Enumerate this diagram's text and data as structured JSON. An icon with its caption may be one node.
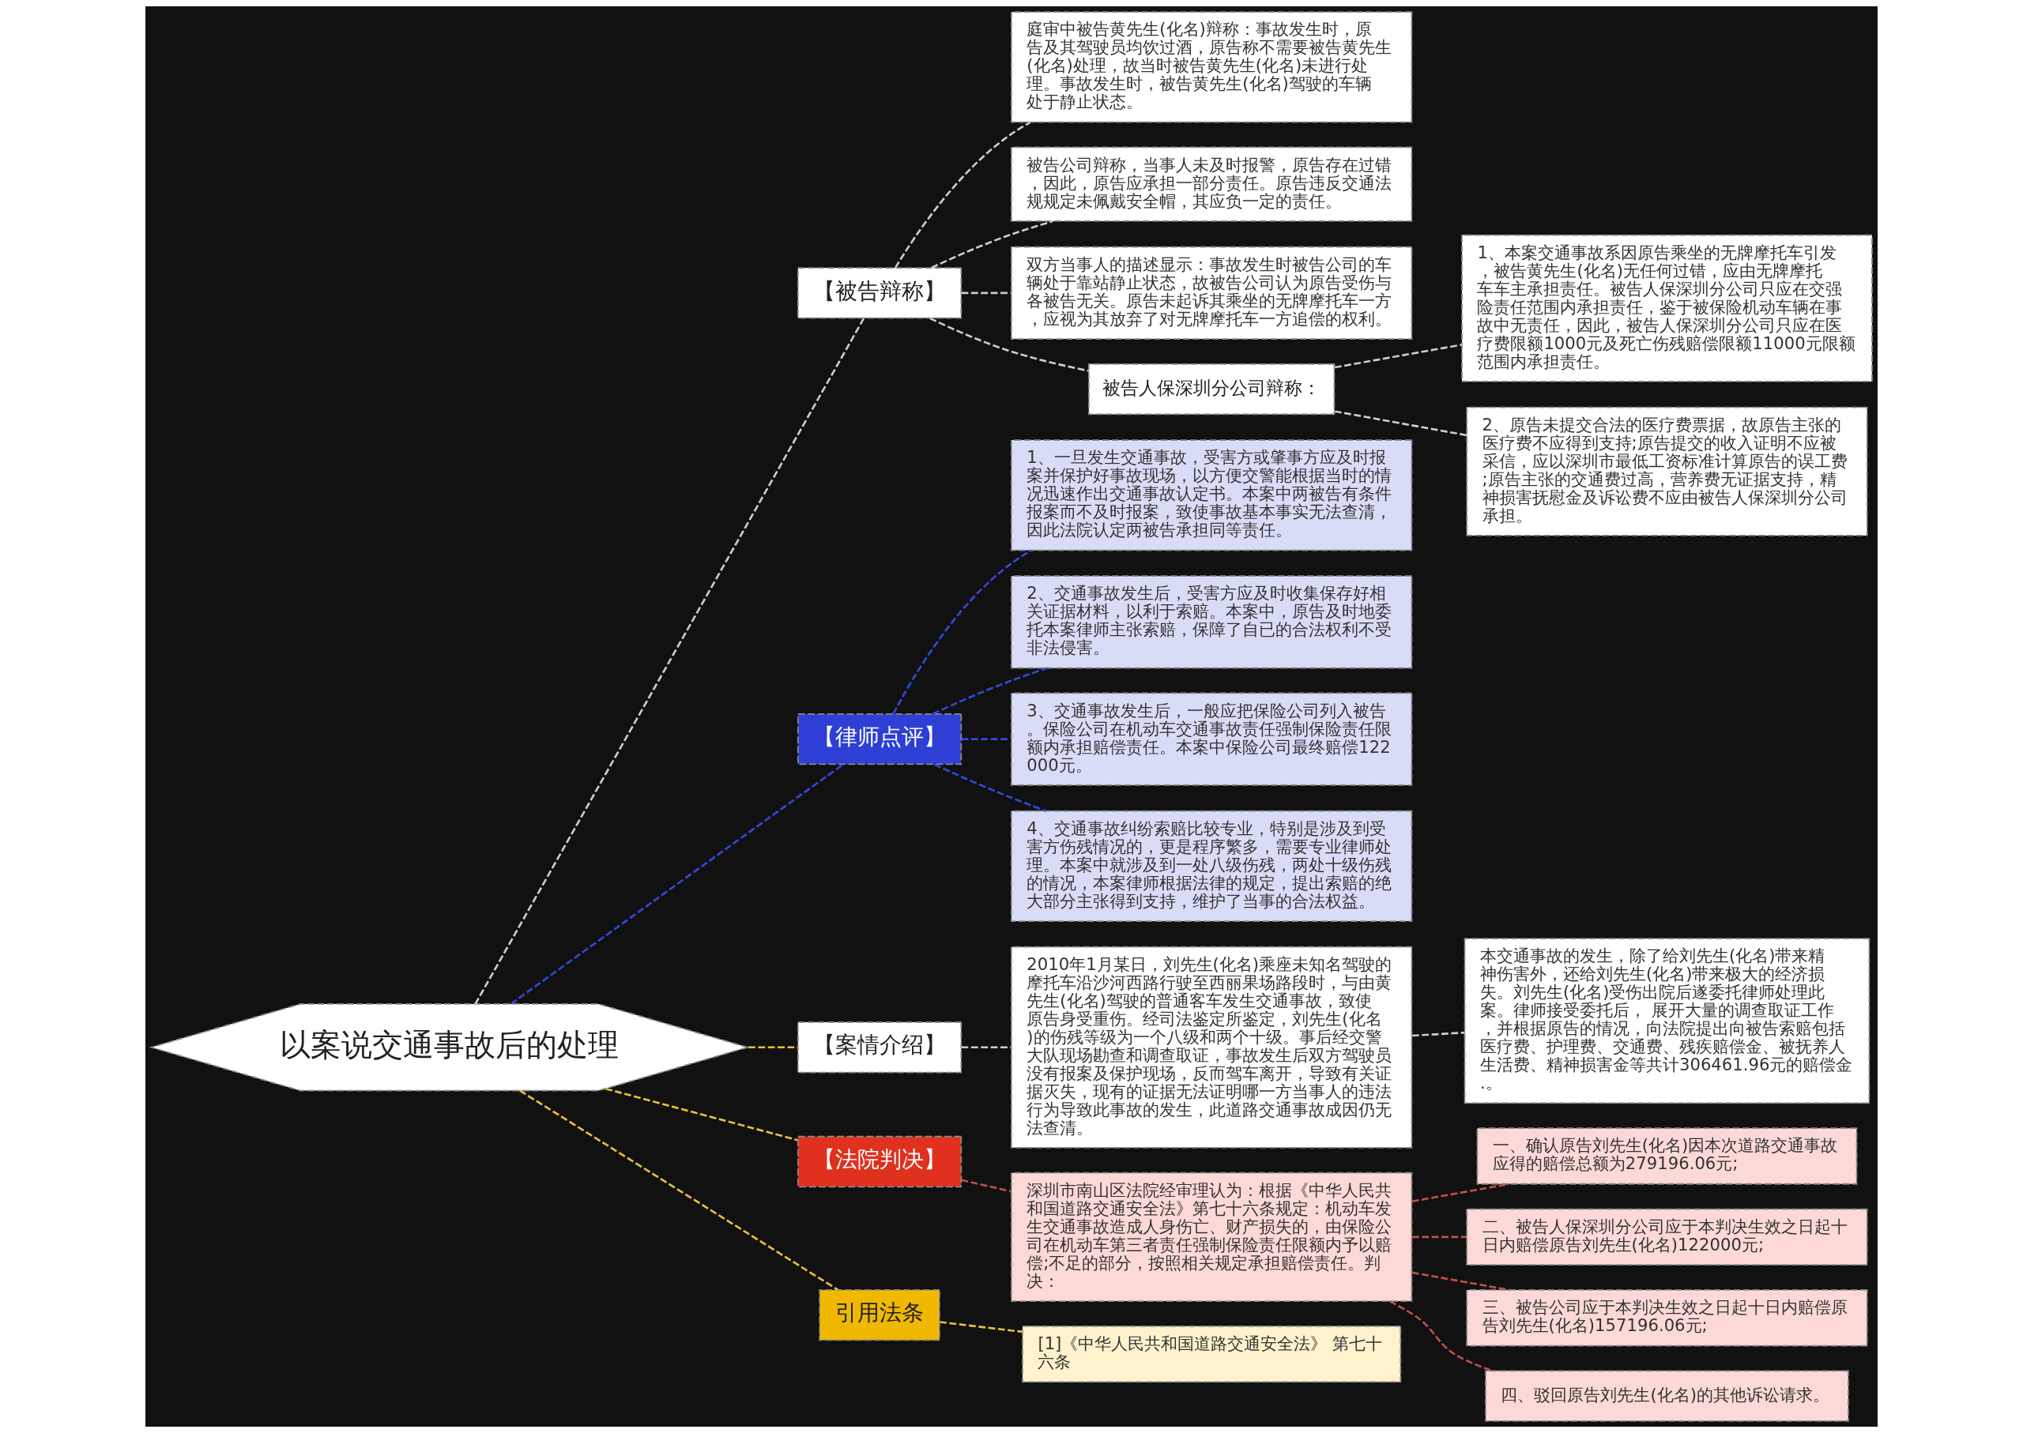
{
  "diagram": {
    "nodes": [
      {
        "text": [
          "以案说交通事故后的处理"
        ]
      },
      {
        "text": [
          "【被告辩称】"
        ]
      },
      {
        "text": [
          "庭审中被告黄先生(化名)辩称：事故发生时，原告及其驾驶员均饮过酒，原告称不需要被告黄先生(化名)处理，故当时被告黄先生(化名)未进行处理。事故发生时，被告黄先生(化名)驾驶的车辆处于静止状态。"
        ]
      },
      {
        "text": [
          "被告公司辩称，当事人未及时报警，原告存在过错，因此，原告应承担一部分责任。原告违反交通法规规定未佩戴安全帽，其应负一定的责任。"
        ]
      },
      {
        "text": [
          "双方当事人的描述显示：事故发生时被告公司的车辆处于靠站静止状态，故被告公司认为原告受伤与各被告无关。原告未起诉其乘坐的无牌摩托车一方，应视为其放弃了对无牌摩托车一方追偿的权利。"
        ]
      },
      {
        "text": [
          "被告人保深圳分公司辩称："
        ]
      },
      {
        "text": [
          "1、本案交通事故系因原告乘坐的无牌摩托车引发，被告黄先生(化名)无任何过错，应由无牌摩托车车主承担责任。被告人保深圳分公司只应在交强险责任范围内承担责任，鉴于被保险机动车辆在事故中无责任，因此，被告人保深圳分公司只应在医疗费限额1000元及死亡伤残赔偿限额11000元限额范围内承担责任。"
        ]
      },
      {
        "text": [
          "2、原告未提交合法的医疗费票据，故原告主张的医疗费不应得到支持;原告提交的收入证明不应被采信，应以深圳市最低工资标准计算原告的误工费;原告主张的交通费过高，营养费无证据支持，精神损害抚慰金及诉讼费不应由被告人保深圳分公司承担。"
        ]
      },
      {
        "text": [
          "【律师点评】"
        ]
      },
      {
        "text": [
          "1、一旦发生交通事故，受害方或肇事方应及时报案并保护好事故现场，以方便交警能根据当时的情况迅速作出交通事故认定书。本案中两被告有条件报案而不及时报案，致使事故基本事实无法查清，因此法院认定两被告承担同等责任。"
        ]
      },
      {
        "text": [
          "2、交通事故发生后，受害方应及时收集保存好相关证据材料，以利于索赔。本案中，原告及时地委托本案律师主张索赔，保障了自已的合法权利不受非法侵害。"
        ]
      },
      {
        "text": [
          "3、交通事故发生后，一般应把保险公司列入被告。保险公司在机动车交通事故责任强制保险责任限额内承担赔偿责任。本案中保险公司最终赔偿122000元。"
        ]
      },
      {
        "text": [
          "4、交通事故纠纷索赔比较专业，特别是涉及到受害方伤残情况的，更是程序繁多，需要专业律师处理。本案中就涉及到一处八级伤残，两处十级伤残的情况，本案律师根据法律的规定，提出索赔的绝大部分主张得到支持，维护了当事的合法权益。"
        ]
      },
      {
        "text": [
          "【案情介绍】"
        ]
      },
      {
        "text": [
          "2010年1月某日，刘先生(化名)乘座未知名驾驶的摩托车沿沙河西路行驶至西丽果场路段时，与由黄先生(化名)驾驶的普通客车发生交通事故，致使原告身受重伤。经司法鉴定所鉴定，刘先生(化名)的伤残等级为一个八级和两个十级。事后经交警大队现场勘查和调查取证，事故发生后双方驾驶员没有报案及保护现场，反而驾车离开，导致有关证据灭失，现有的证据无法证明哪一方当事人的违法行为导致此事故的发生，此道路交通事故成因仍无法查清。"
        ]
      },
      {
        "text": [
          "本交通事故的发生，除了给刘先生(化名)带来精神伤害外，还给刘先生(化名)带来极大的经济损失。刘先生(化名)受伤出院后遂委托律师处理此案。律师接受委托后， 展开大量的调查取证工作，并根据原告的情况，向法院提出向被告索赔包括医疗费、护理费、交通费、残疾赔偿金、被抚养人生活费、精神损害金等共计306461.96元的赔偿金.。"
        ]
      },
      {
        "text": [
          "【法院判决】"
        ]
      },
      {
        "text": [
          "深圳市南山区法院经审理认为：根据《中华人民共和国道路交通安全法》第七十六条规定：机动车发生交通事故造成人身伤亡、财产损失的，由保险公司在机动车第三者责任强制保险责任限额内予以赔偿;不足的部分，按照相关规定承担赔偿责任。判决："
        ]
      },
      {
        "text": [
          "一、确认原告刘先生(化名)因本次道路交通事故应得的赔偿总额为279196.06元;"
        ]
      },
      {
        "text": [
          "二、被告人保深圳分公司应于本判决生效之日起十日内赔偿原告刘先生(化名)122000元;"
        ]
      },
      {
        "text": [
          "三、被告公司应于本判决生效之日起十日内赔偿原告刘先生(化名)157196.06元;"
        ]
      },
      {
        "text": [
          "四、驳回原告刘先生(化名)的其他诉讼请求。"
        ]
      },
      {
        "text": [
          "引用法条"
        ]
      },
      {
        "text": [
          "[1]《中华人民共和国道路交通安全法》 第七十六条"
        ]
      }
    ],
    "edges": [
      {
        "from": 0,
        "to": 1,
        "arrow": "none",
        "style": "dashed"
      },
      {
        "from": 1,
        "to": 2,
        "arrow": "none",
        "style": "dashed"
      },
      {
        "from": 1,
        "to": 3,
        "arrow": "none",
        "style": "dashed"
      },
      {
        "from": 1,
        "to": 4,
        "arrow": "none",
        "style": "dashed"
      },
      {
        "from": 1,
        "to": 5,
        "arrow": "none",
        "style": "dashed"
      },
      {
        "from": 5,
        "to": 6,
        "arrow": "none",
        "style": "dashed"
      },
      {
        "from": 5,
        "to": 7,
        "arrow": "none",
        "style": "dashed"
      },
      {
        "from": 0,
        "to": 8,
        "arrow": "none",
        "style": "dashed",
        "color": "#3448d8"
      },
      {
        "from": 8,
        "to": 9,
        "arrow": "none",
        "style": "dashed",
        "color": "#3448d8"
      },
      {
        "from": 8,
        "to": 10,
        "arrow": "none",
        "style": "dashed",
        "color": "#3448d8"
      },
      {
        "from": 8,
        "to": 11,
        "arrow": "none",
        "style": "dashed",
        "color": "#3448d8"
      },
      {
        "from": 8,
        "to": 12,
        "arrow": "none",
        "style": "dashed",
        "color": "#3448d8"
      },
      {
        "from": 0,
        "to": 13,
        "arrow": "none",
        "style": "dashed",
        "color": "#e8c040"
      },
      {
        "from": 13,
        "to": 14,
        "arrow": "none",
        "style": "dashed"
      },
      {
        "from": 14,
        "to": 15,
        "arrow": "none",
        "style": "dashed"
      },
      {
        "from": 0,
        "to": 16,
        "arrow": "none",
        "style": "dashed",
        "color": "#e8c040"
      },
      {
        "from": 16,
        "to": 17,
        "arrow": "none",
        "style": "dashed",
        "color": "#c0504d"
      },
      {
        "from": 17,
        "to": 18,
        "arrow": "none",
        "style": "dashed",
        "color": "#c0504d"
      },
      {
        "from": 17,
        "to": 19,
        "arrow": "none",
        "style": "dashed",
        "color": "#c0504d"
      },
      {
        "from": 17,
        "to": 20,
        "arrow": "none",
        "style": "dashed",
        "color": "#c0504d"
      },
      {
        "from": 17,
        "to": 21,
        "arrow": "none",
        "style": "dashed",
        "color": "#c0504d"
      },
      {
        "from": 0,
        "to": 22,
        "arrow": "none",
        "style": "dashed",
        "color": "#e8c040"
      },
      {
        "from": 22,
        "to": 23,
        "arrow": "none",
        "style": "dashed",
        "color": "#e8c040"
      }
    ]
  }
}
